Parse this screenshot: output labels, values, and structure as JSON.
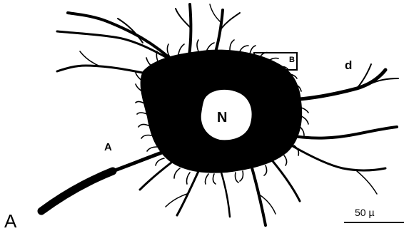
{
  "figure": {
    "panel_letter": "A",
    "labels": {
      "nucleus": "N",
      "axon": "A",
      "dendrite": "d",
      "inset_box": "B"
    },
    "scale_bar": {
      "label": "50 µ"
    },
    "colors": {
      "stain": "#000000",
      "background": "#ffffff"
    }
  }
}
